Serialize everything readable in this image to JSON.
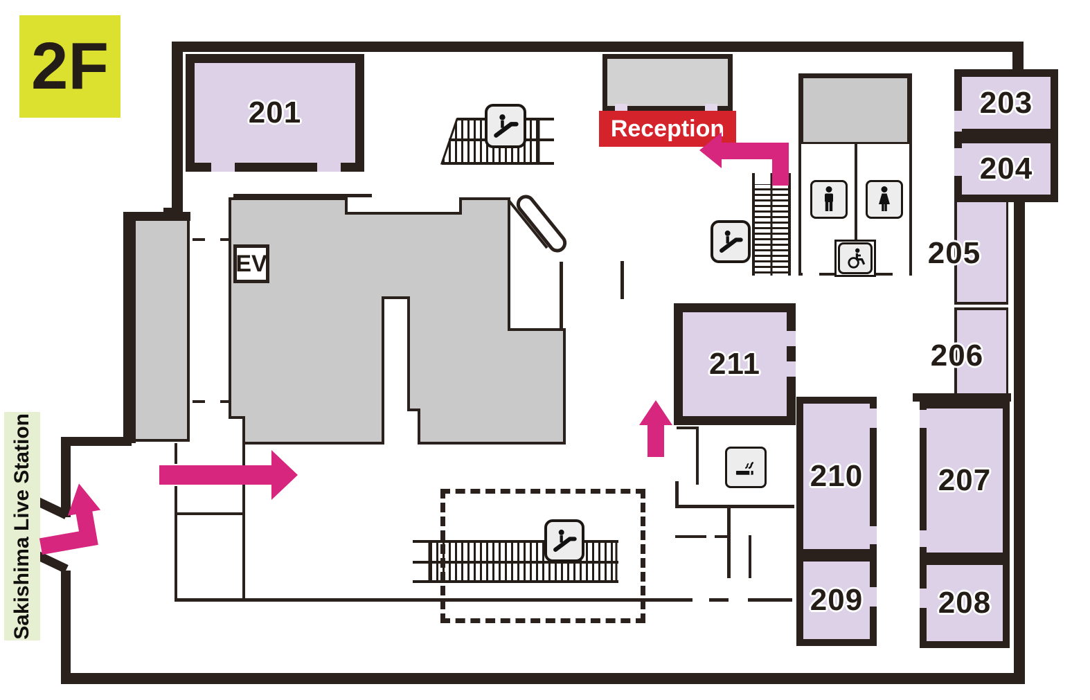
{
  "floor_badge": {
    "label": "2F"
  },
  "station": {
    "label": "Sakishima Live Station"
  },
  "reception": {
    "label": "Reception"
  },
  "elevator": {
    "label": "EV"
  },
  "rooms": [
    {
      "number": "201"
    },
    {
      "number": "203"
    },
    {
      "number": "204"
    },
    {
      "number": "205"
    },
    {
      "number": "206"
    },
    {
      "number": "207"
    },
    {
      "number": "208"
    },
    {
      "number": "209"
    },
    {
      "number": "210"
    },
    {
      "number": "211"
    }
  ],
  "icons": {
    "escalator_top": "escalator-icon",
    "escalator_reception": "escalator-icon",
    "escalator_bottom": "escalator-icon",
    "mens_restroom": "mens-restroom-icon",
    "womens_restroom": "womens-restroom-icon",
    "wheelchair": "wheelchair-accessible-icon",
    "smoking": "smoking-area-icon",
    "arrows": "pink-route-arrow"
  },
  "colors": {
    "wall": "#2a211c",
    "room_fill": "#ddd1e7",
    "gray_fill": "#c9c9c9",
    "reception_red": "#d4232a",
    "arrow_pink": "#d6267d",
    "badge_yellow": "#dce02f",
    "station_green": "#e7efd3",
    "icon_bg": "#ededed",
    "text_dark": "#241c16"
  }
}
